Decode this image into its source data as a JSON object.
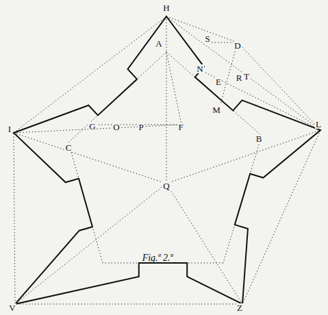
{
  "diagram": {
    "labels": [
      "H",
      "A",
      "S",
      "D",
      "N",
      "E",
      "R",
      "T",
      "I",
      "G",
      "O",
      "P",
      "F",
      "M",
      "B",
      "L",
      "C",
      "Q",
      "Fig.ª 2.ª",
      "V",
      "Z"
    ]
  }
}
